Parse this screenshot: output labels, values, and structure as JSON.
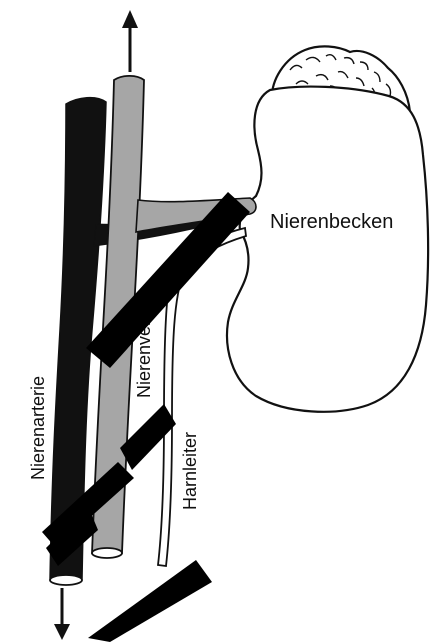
{
  "labels": {
    "renal_pelvis": "Nierenbecken",
    "renal_vein": "Nierenvene",
    "renal_artery": "Nierenarterie",
    "ureter": "Harnleiter"
  },
  "arrows": {
    "top": "up-arrow",
    "bottom": "down-arrow"
  },
  "colors": {
    "artery": "#111111",
    "vein": "#a6a6a6",
    "ureter": "#ffffff",
    "outline": "#111111",
    "watermark": "#000000"
  }
}
